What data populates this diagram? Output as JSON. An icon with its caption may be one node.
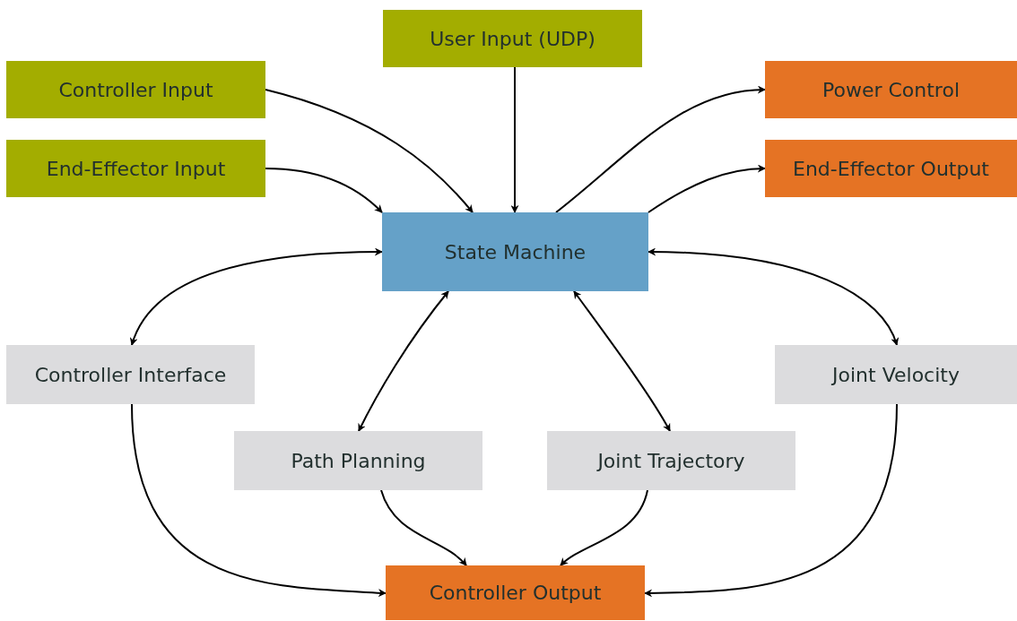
{
  "diagram": {
    "nodes": [
      {
        "text": [
          "User Input (UDP)"
        ]
      },
      {
        "text": [
          "Controller Input"
        ]
      },
      {
        "text": [
          "End-Effector Input"
        ]
      },
      {
        "text": [
          "Power Control"
        ]
      },
      {
        "text": [
          "End-Effector Output"
        ]
      },
      {
        "text": [
          "State Machine"
        ]
      },
      {
        "text": [
          "Controller Interface"
        ]
      },
      {
        "text": [
          "Joint Velocity"
        ]
      },
      {
        "text": [
          "Path Planning"
        ]
      },
      {
        "text": [
          "Joint Trajectory"
        ]
      },
      {
        "text": [
          "Controller Output"
        ]
      }
    ],
    "edges": [
      {
        "from": 1,
        "to": 5,
        "arrow": "to"
      },
      {
        "from": 2,
        "to": 5,
        "arrow": "to"
      },
      {
        "from": 0,
        "to": 5,
        "arrow": "to"
      },
      {
        "from": 5,
        "to": 3,
        "arrow": "to"
      },
      {
        "from": 5,
        "to": 4,
        "arrow": "to"
      },
      {
        "from": 5,
        "to": 6,
        "arrow": "both"
      },
      {
        "from": 5,
        "to": 7,
        "arrow": "both"
      },
      {
        "from": 5,
        "to": 8,
        "arrow": "both"
      },
      {
        "from": 5,
        "to": 9,
        "arrow": "both"
      },
      {
        "from": 6,
        "to": 10,
        "arrow": "to"
      },
      {
        "from": 8,
        "to": 10,
        "arrow": "to"
      },
      {
        "from": 9,
        "to": 10,
        "arrow": "to"
      },
      {
        "from": 7,
        "to": 10,
        "arrow": "to"
      }
    ]
  }
}
